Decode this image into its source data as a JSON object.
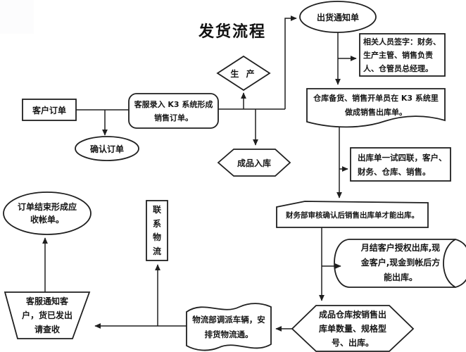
{
  "title": "发货流程",
  "colors": {
    "stroke": "#1f1f1f",
    "text": "#161616",
    "background": "#ffffff"
  },
  "nodes": {
    "customer_order": {
      "shape": "rectangle",
      "label": "客户订单"
    },
    "cs_entry": {
      "shape": "rounded-rectangle",
      "lines": [
        "客服录入 K3 系统形成",
        "销售订单。"
      ]
    },
    "confirm_order": {
      "shape": "ellipse",
      "label": "确认订单"
    },
    "production": {
      "shape": "diamond",
      "label": "生 产"
    },
    "shipment_notice": {
      "shape": "ellipse",
      "label": "出货通知单"
    },
    "signers": {
      "shape": "rectangle",
      "lines": [
        "相关人员签字：财务、",
        "生产主管、销售负责",
        "人、仓管员总经理。"
      ]
    },
    "warehouse_prep": {
      "shape": "document",
      "lines": [
        "仓库备货、销售开单员在 K3 系统里",
        "做成销售出库单。"
      ]
    },
    "finished_goods_in": {
      "shape": "hexagon",
      "label": "成品入库"
    },
    "outbound_form": {
      "shape": "rectangle",
      "lines": [
        "出库单一试四联，客户、",
        "财务、仓库、销售。"
      ]
    },
    "finance_audit": {
      "shape": "rectangle",
      "label": "财务部审核确认后销售出库单才能出库。"
    },
    "monthly_customers": {
      "shape": "cylinder",
      "lines": [
        "月结客户授权出库,现",
        "金客户,现金到帐后方",
        "能出库。"
      ]
    },
    "order_close": {
      "shape": "ellipse",
      "lines": [
        "订单结束形成应",
        "收帐单。"
      ]
    },
    "contact_logistics": {
      "shape": "rectangle-vertical",
      "lines": [
        "联",
        "系",
        "物",
        "流"
      ]
    },
    "notify_customer": {
      "shape": "trapezoid",
      "lines": [
        "客服通知客",
        "户，货已发出",
        "请查收"
      ]
    },
    "logistics_dispatch": {
      "shape": "document",
      "lines": [
        "物流部调派车辆，安",
        "排货物流通。"
      ]
    },
    "fg_warehouse_out": {
      "shape": "hexagon",
      "lines": [
        "成品仓库按销售出",
        "库单数量、规格型",
        "号、出库。"
      ]
    }
  }
}
